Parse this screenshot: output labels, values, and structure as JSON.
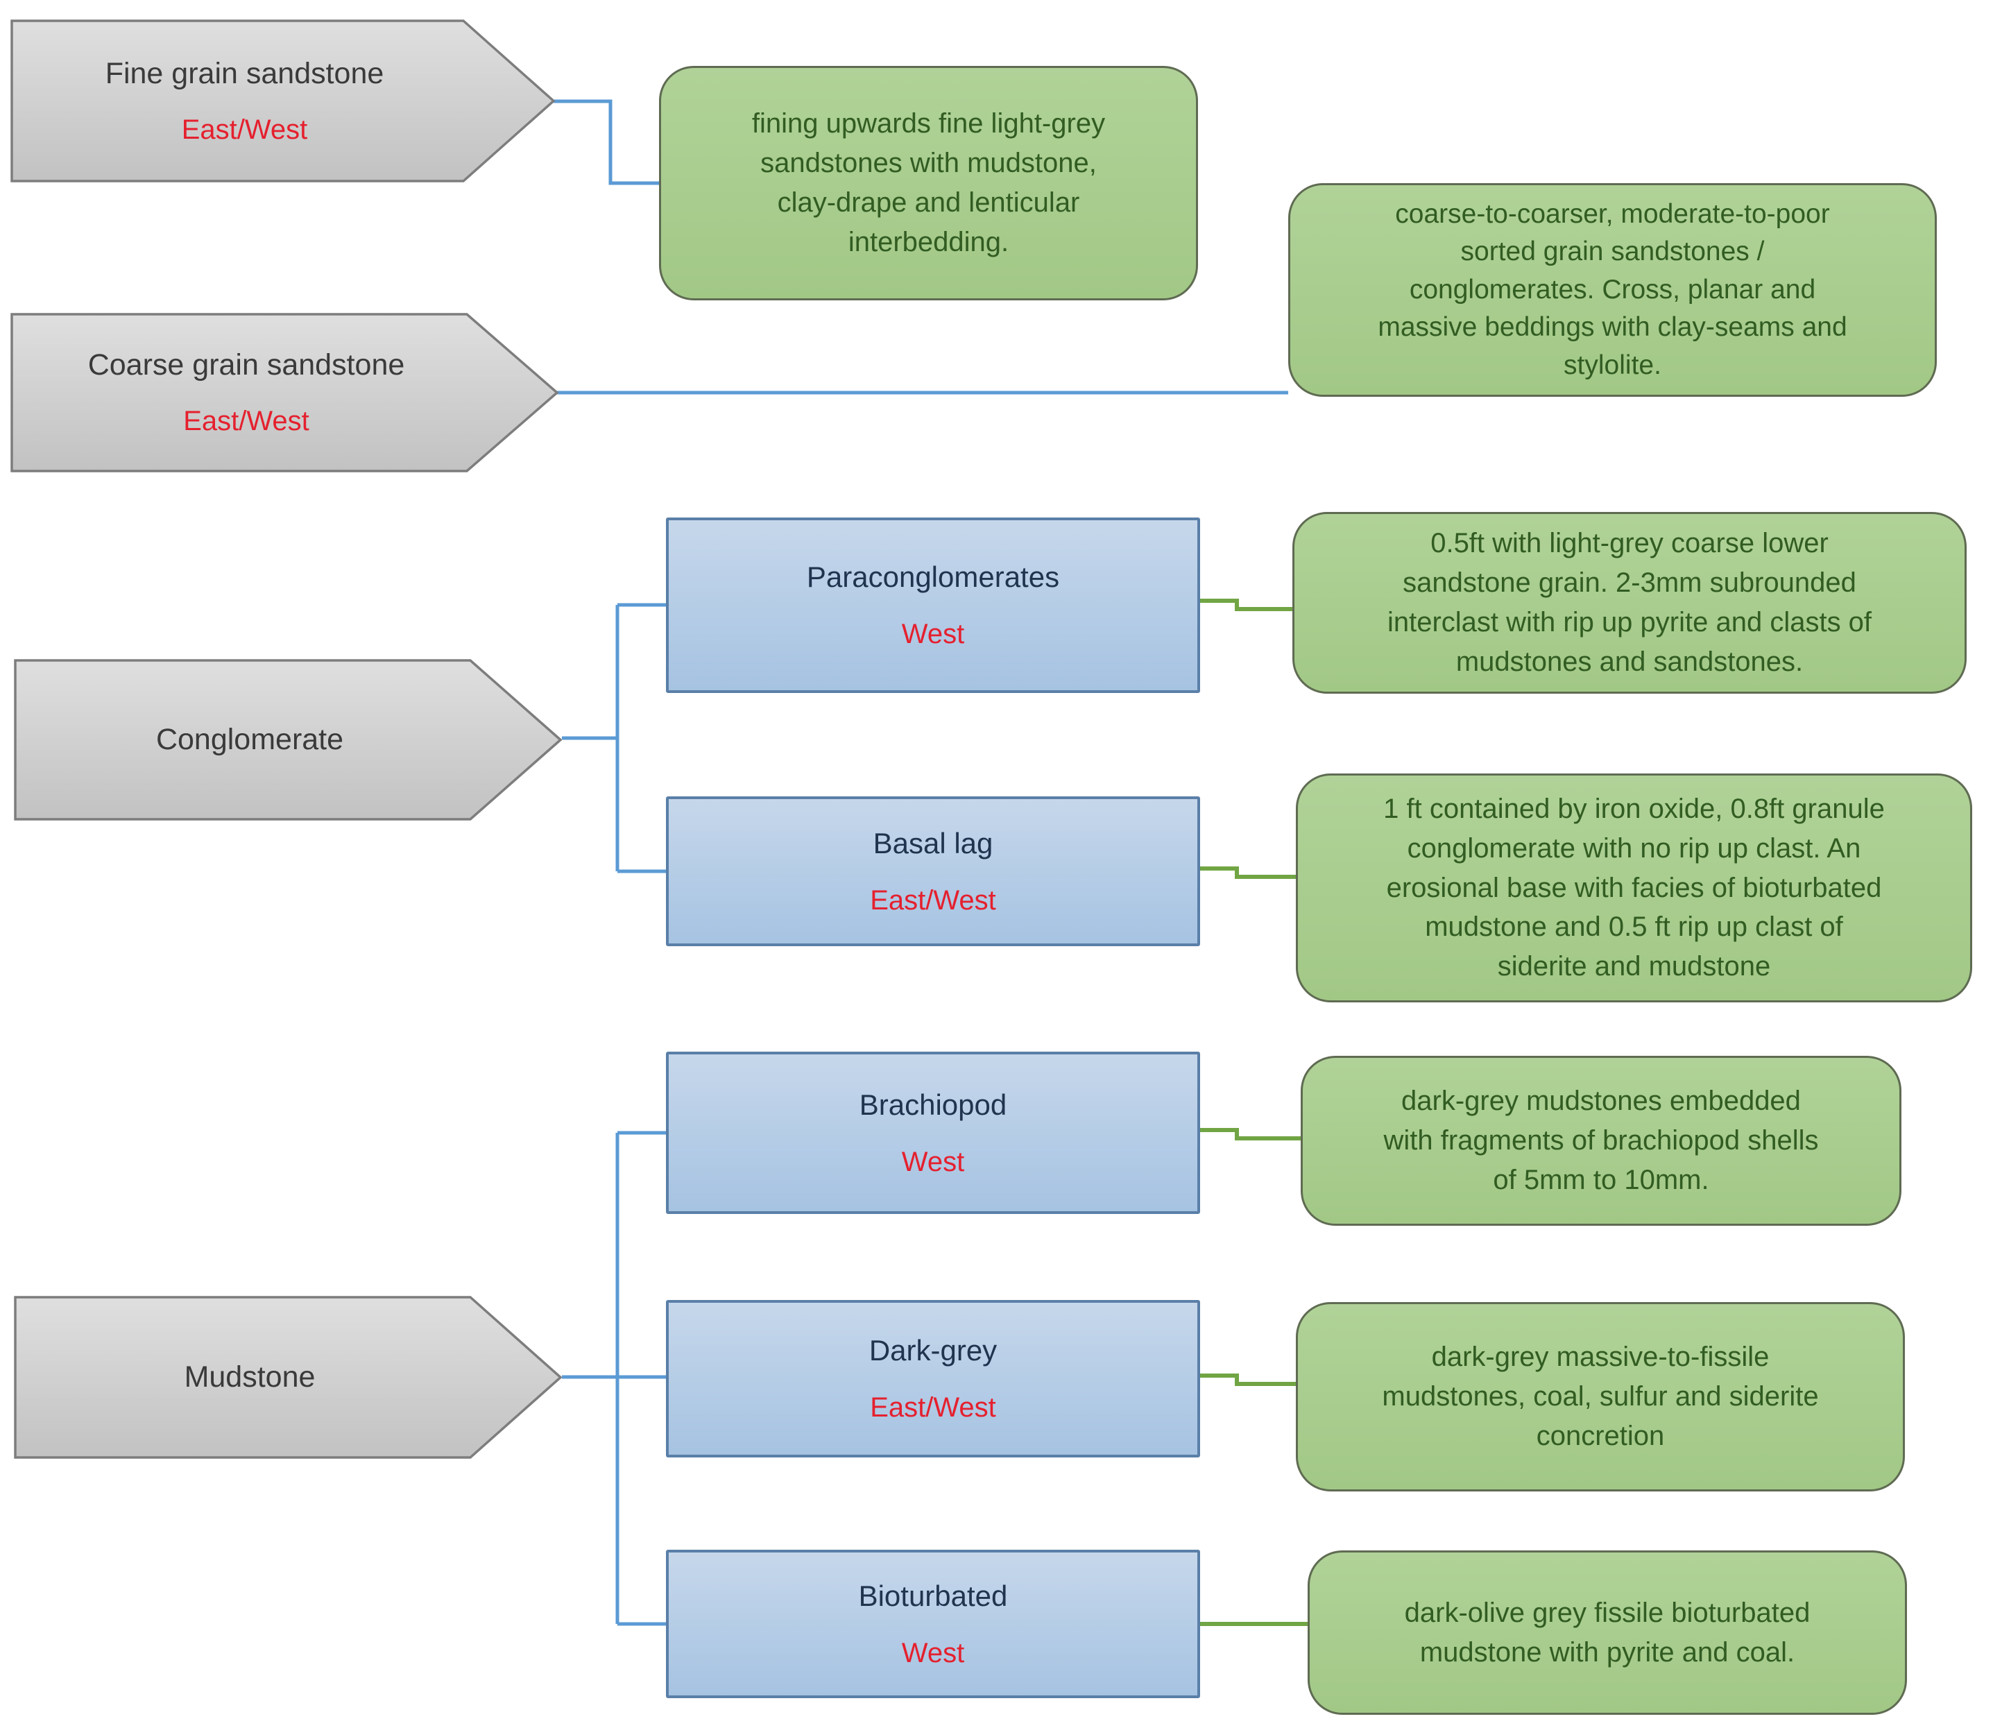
{
  "colors": {
    "arrow_border": "#7d7d7d",
    "blue_border": "#5a7fa8",
    "green_border": "#5f6b52",
    "connector_blue": "#5b9bd5",
    "connector_green": "#71a544",
    "title_text": "#3a3a3a",
    "subtitle_red": "#e5202e",
    "blue_title_text": "#20344f",
    "green_text": "#315c22"
  },
  "arrows": [
    {
      "title": "Fine grain sandstone",
      "direction": "East/West"
    },
    {
      "title": "Coarse grain sandstone",
      "direction": "East/West"
    },
    {
      "title": "Conglomerate"
    },
    {
      "title": "Mudstone"
    }
  ],
  "sub_boxes": [
    {
      "title": "Paraconglomerates",
      "direction": "West"
    },
    {
      "title": "Basal lag",
      "direction": "East/West"
    },
    {
      "title": "Brachiopod",
      "direction": "West"
    },
    {
      "title": "Dark-grey",
      "direction": "East/West"
    },
    {
      "title": "Bioturbated",
      "direction": "West"
    }
  ],
  "descriptions": {
    "fine": [
      "fining upwards fine light-grey",
      "sandstones with mudstone,",
      "clay-drape and lenticular",
      "interbedding."
    ],
    "coarse": [
      "coarse-to-coarser, moderate-to-poor",
      "sorted grain sandstones /",
      "conglomerates. Cross, planar and",
      "massive beddings with clay-seams and",
      "stylolite."
    ],
    "paraconglomerates": [
      "0.5ft with light-grey coarse lower",
      "sandstone grain. 2-3mm subrounded",
      "interclast with rip up pyrite and clasts of",
      "mudstones and sandstones."
    ],
    "basal_lag": [
      "1 ft contained by iron oxide, 0.8ft granule",
      "conglomerate with no rip up clast. An",
      "erosional base with facies of  bioturbated",
      "mudstone and 0.5 ft rip up clast of",
      "siderite and mudstone"
    ],
    "brachiopod": [
      "dark-grey mudstones embedded",
      "with fragments of brachiopod shells",
      "of 5mm to 10mm."
    ],
    "dark_grey": [
      "dark-grey massive-to-fissile",
      "mudstones, coal, sulfur and siderite",
      "concretion"
    ],
    "bioturbated": [
      "dark-olive grey fissile bioturbated",
      "mudstone with pyrite and coal."
    ]
  }
}
